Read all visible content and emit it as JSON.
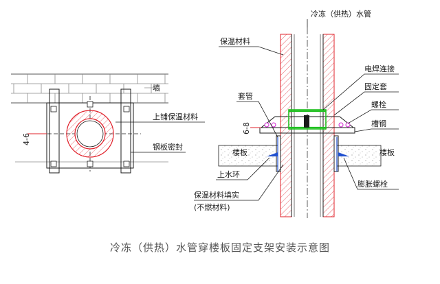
{
  "labels": {
    "wall": "墙",
    "top_insulation": "上铺保温材料",
    "steel_plate_seal": "钢板密封",
    "left_dim": "4-6",
    "pipe_title": "冷冻（供热）水管",
    "insulation_material": "保温材料",
    "weld": "电焊连接",
    "fixed_sleeve": "固定套",
    "sleeve": "套管",
    "bolt": "螺栓",
    "channel_steel": "槽钢",
    "right_dim": "6-8",
    "floor_left": "楼板",
    "floor_right": "楼板",
    "water_ring": "上水环",
    "expansion_bolt": "膨胀螺栓",
    "fill_line1": "保温材料填实",
    "fill_line2": "(不燃材料)"
  },
  "caption": "冷冻（供热）水管穿楼板固定支架安装示意图",
  "colors": {
    "line": "#1a1a1a",
    "red": "#e0202a",
    "green": "#20c020",
    "blue": "#2050d0",
    "magenta": "#d020d0",
    "gray": "#8a8a8a"
  }
}
